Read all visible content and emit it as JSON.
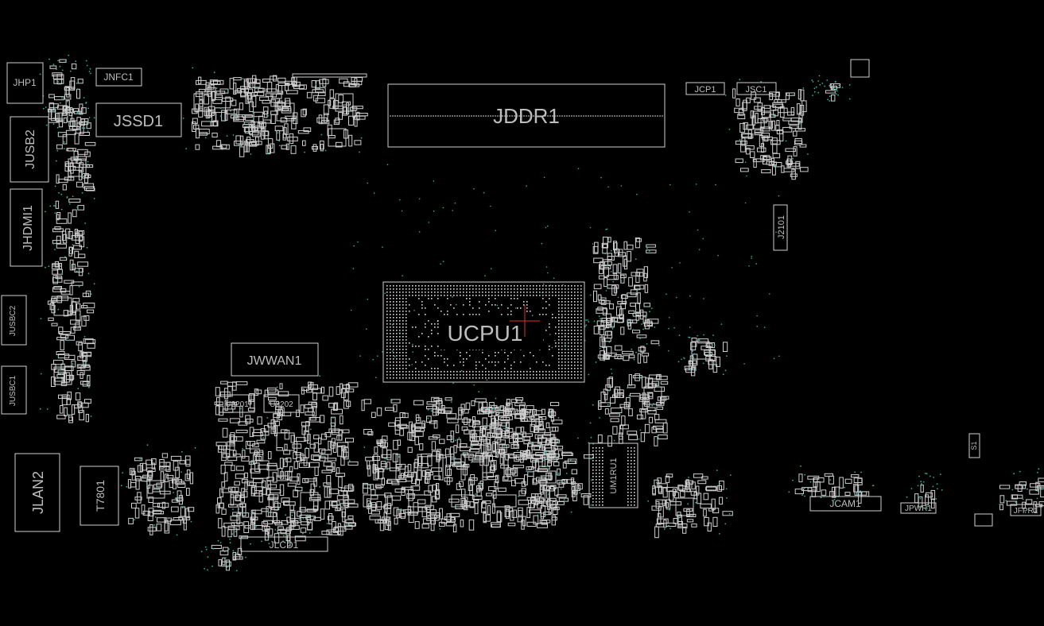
{
  "board": {
    "background": "#000000",
    "outline_color": "#cfcfcf",
    "label_color": "#bdbdbd",
    "via_color": "#1fb7a0",
    "marker_color": "#e03030"
  },
  "labels": {
    "jhp1": "JHP1",
    "jnfc1": "JNFC1",
    "jssd1": "JSSD1",
    "jusb2": "JUSB2",
    "jhdmi1": "JHDMI1",
    "jusbc2": "JUSBC2",
    "jusbc1": "JUSBC1",
    "jlan2": "JLAN2",
    "t7801": "T7801",
    "jddr1": "JDDR1",
    "ucpu1": "UCPU1",
    "jwwan1": "JWWAN1",
    "u2201": "U2201",
    "u2202": "U2202",
    "jlcd1": "JLCD1",
    "jcp1": "JCP1",
    "jsc1": "JSC1",
    "j2101": "J2101",
    "jcam1": "JCAM1",
    "jpwr1": "JPWR1",
    "jfpr1": "JFPR1",
    "s1": "S1",
    "umem": "UM1RU1"
  }
}
